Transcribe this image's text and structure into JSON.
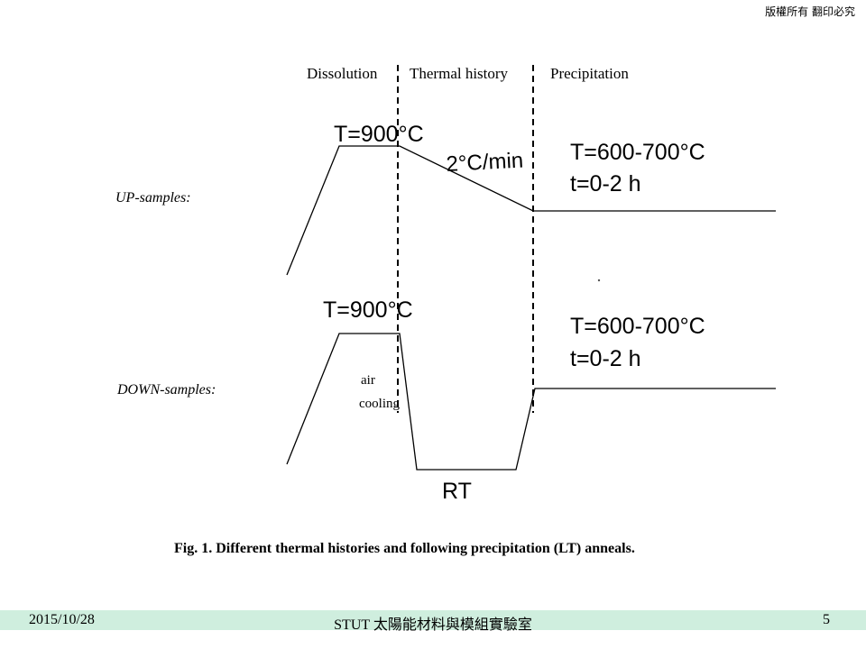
{
  "header": {
    "copyright": "版權所有 翻印必究"
  },
  "diagram": {
    "phases": [
      "Dissolution",
      "Thermal history",
      "Precipitation"
    ],
    "up": {
      "label": "UP-samples:",
      "dissolution_temp": "T=900°C",
      "rate": "2°C/min",
      "precip_temp": "T=600-700°C",
      "precip_time": "t=0-2 h"
    },
    "down": {
      "label": "DOWN-samples:",
      "dissolution_temp": "T=900°C",
      "cooling_line1": "air",
      "cooling_line2": "cooling",
      "rt": "RT",
      "precip_temp": "T=600-700°C",
      "precip_time": "t=0-2 h"
    },
    "caption": "Fig. 1. Different thermal histories and following precipitation (LT) anneals."
  },
  "footer": {
    "date": "2015/10/28",
    "lab": "STUT 太陽能材料與模組實驗室",
    "page": "5"
  }
}
